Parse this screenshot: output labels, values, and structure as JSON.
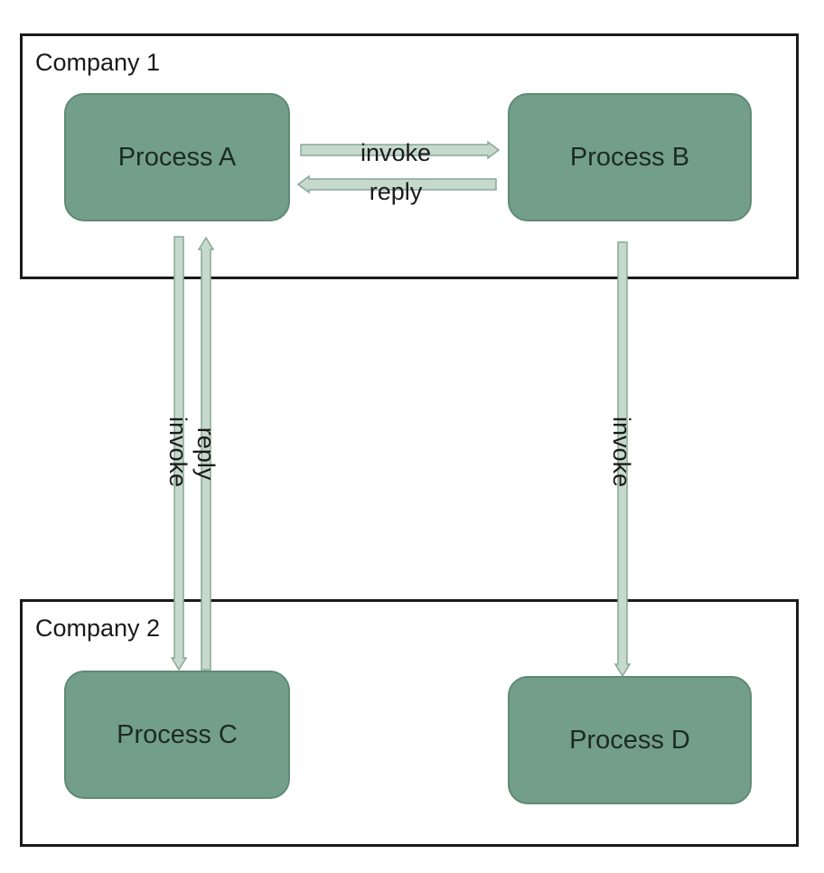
{
  "companies": [
    {
      "label": "Company 1"
    },
    {
      "label": "Company 2"
    }
  ],
  "processes": {
    "a": "Process A",
    "b": "Process B",
    "c": "Process C",
    "d": "Process D"
  },
  "flows": {
    "a_to_b": "invoke",
    "b_to_a": "reply",
    "a_to_c": "invoke",
    "c_to_a": "reply",
    "b_to_d": "invoke"
  },
  "colors": {
    "process_fill": "#739f8a",
    "arrow_fill": "#c5d9cc",
    "arrow_stroke": "#8aa797"
  }
}
